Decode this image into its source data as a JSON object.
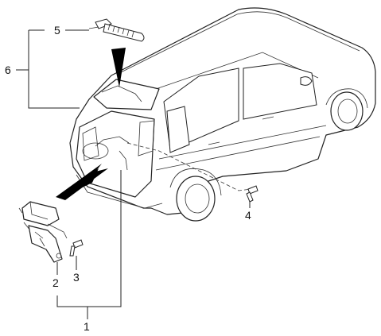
{
  "diagram": {
    "callouts": {
      "c1": "1",
      "c2": "2",
      "c3": "3",
      "c4": "4",
      "c5": "5",
      "c6": "6"
    },
    "colors": {
      "line": "#222222",
      "fill": "#ffffff",
      "arrow": "#000000"
    }
  }
}
